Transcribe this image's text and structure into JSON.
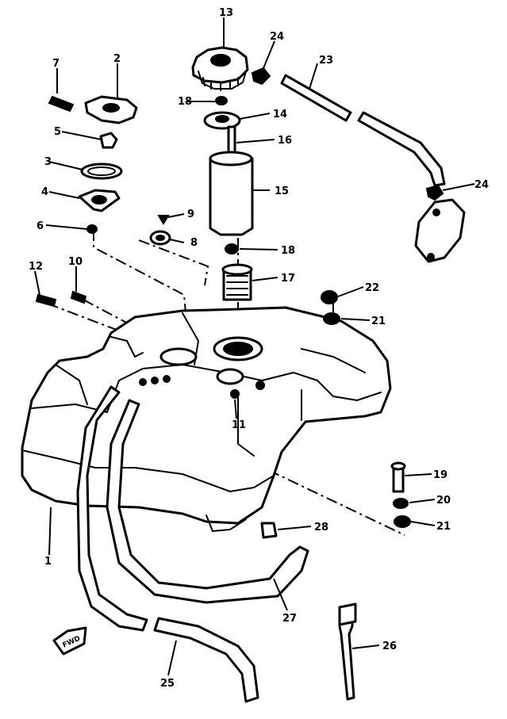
{
  "callouts": {
    "c1": "1",
    "c2": "2",
    "c3": "3",
    "c4": "4",
    "c5": "5",
    "c6": "6",
    "c7": "7",
    "c8": "8",
    "c9": "9",
    "c10": "10",
    "c11": "11",
    "c12": "12",
    "c13": "13",
    "c14": "14",
    "c15": "15",
    "c16": "16",
    "c17": "17",
    "c18a": "18",
    "c18b": "18",
    "c19": "19",
    "c20": "20",
    "c21a": "21",
    "c21b": "21",
    "c22": "22",
    "c23": "23",
    "c24a": "24",
    "c24b": "24",
    "c25": "25",
    "c26": "26",
    "c27": "27",
    "c28": "28"
  },
  "fwd_label": "FWD"
}
